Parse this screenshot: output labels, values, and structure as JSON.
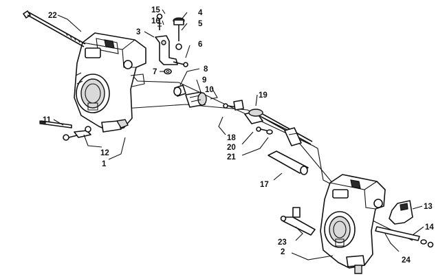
{
  "callouts": [
    {
      "id": "1",
      "label": "1"
    },
    {
      "id": "2",
      "label": "2"
    },
    {
      "id": "3",
      "label": "3"
    },
    {
      "id": "4",
      "label": "4"
    },
    {
      "id": "5",
      "label": "5"
    },
    {
      "id": "6",
      "label": "6"
    },
    {
      "id": "7",
      "label": "7"
    },
    {
      "id": "8",
      "label": "8"
    },
    {
      "id": "9",
      "label": "9"
    },
    {
      "id": "10",
      "label": "10"
    },
    {
      "id": "11",
      "label": "11"
    },
    {
      "id": "12",
      "label": "12"
    },
    {
      "id": "13",
      "label": "13"
    },
    {
      "id": "14",
      "label": "14"
    },
    {
      "id": "15",
      "label": "15"
    },
    {
      "id": "16",
      "label": "16"
    },
    {
      "id": "17",
      "label": "17"
    },
    {
      "id": "18",
      "label": "18"
    },
    {
      "id": "19",
      "label": "19"
    },
    {
      "id": "20",
      "label": "20"
    },
    {
      "id": "21",
      "label": "21"
    },
    {
      "id": "22",
      "label": "22"
    },
    {
      "id": "23",
      "label": "23"
    },
    {
      "id": "24",
      "label": "24"
    }
  ]
}
